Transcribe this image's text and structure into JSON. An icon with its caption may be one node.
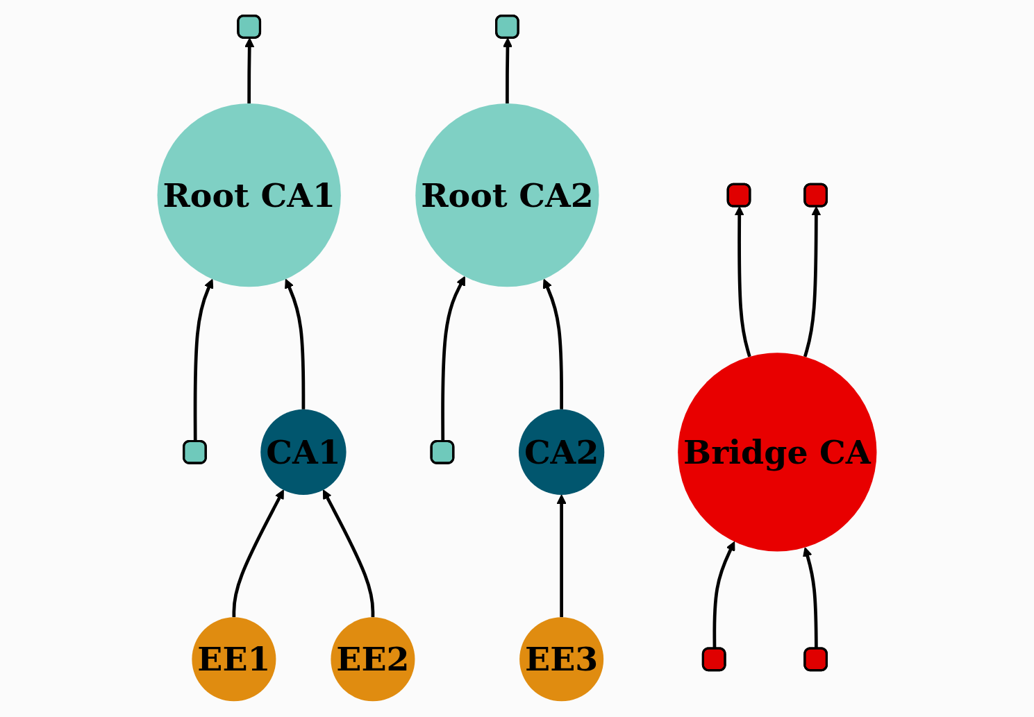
{
  "diagram": {
    "nodes": [
      {
        "text": [
          "Root CA1"
        ]
      },
      {
        "text": [
          "Bridge CA"
        ]
      },
      {
        "text": [
          "Root CA2"
        ]
      },
      {
        "text": [],
        "shape": "box"
      },
      {
        "text": [],
        "shape": "box"
      },
      {
        "text": [],
        "shape": "box"
      },
      {
        "text": [],
        "shape": "box"
      },
      {
        "text": [],
        "shape": "box"
      },
      {
        "text": [],
        "shape": "box"
      },
      {
        "text": [],
        "shape": "box"
      },
      {
        "text": [],
        "shape": "box"
      },
      {
        "text": [
          "CA1"
        ]
      },
      {
        "text": [
          "CA2"
        ]
      },
      {
        "text": [
          "EE1"
        ]
      },
      {
        "text": [
          "EE2"
        ]
      },
      {
        "text": [
          "EE3"
        ]
      }
    ],
    "edges": [
      {
        "from": 3,
        "to": 0,
        "arrow": "to"
      },
      {
        "from": 1,
        "to": 4,
        "arrow": "to"
      },
      {
        "from": 0,
        "to": 6,
        "arrow": "to"
      },
      {
        "from": 5,
        "to": 1,
        "arrow": "to"
      },
      {
        "from": 7,
        "to": 1,
        "arrow": "to"
      },
      {
        "from": 2,
        "to": 8,
        "arrow": "to"
      },
      {
        "from": 9,
        "to": 2,
        "arrow": "to"
      },
      {
        "from": 1,
        "to": 10,
        "arrow": "to"
      },
      {
        "from": 11,
        "to": 0,
        "arrow": "to"
      },
      {
        "from": 12,
        "to": 2,
        "arrow": "to"
      },
      {
        "from": 13,
        "to": 11,
        "arrow": "to"
      },
      {
        "from": 14,
        "to": 11,
        "arrow": "to"
      },
      {
        "from": 15,
        "to": 12,
        "arrow": "to"
      }
    ]
  }
}
